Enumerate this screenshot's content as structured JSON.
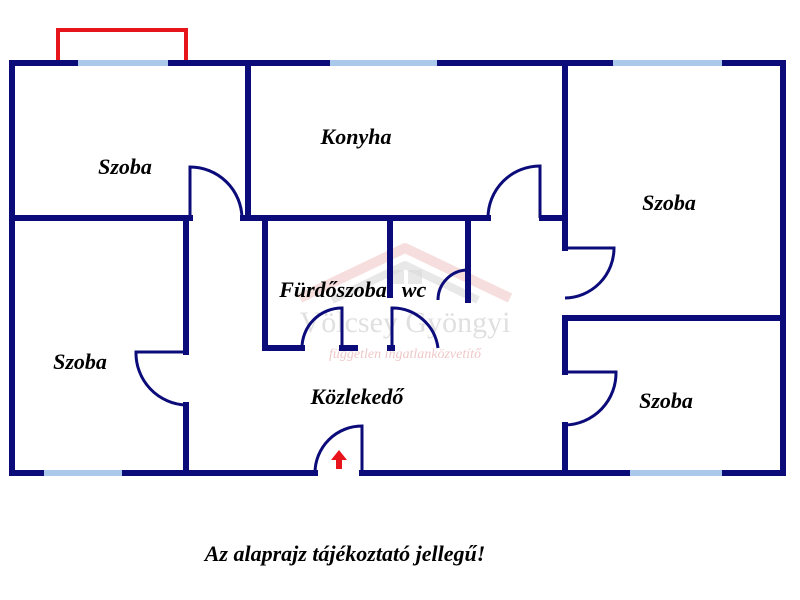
{
  "rooms": {
    "szoba_top_left": "Szoba",
    "konyha": "Konyha",
    "szoba_right_top": "Szoba",
    "furdoszoba": "Fürdőszoba",
    "wc": "wc",
    "szoba_left_bottom": "Szoba",
    "kozlekedo": "Közlekedő",
    "szoba_right_bottom": "Szoba"
  },
  "watermark": {
    "name": "Völcsey Gyöngyi",
    "tagline": "független ingatlanközvetítő"
  },
  "disclaimer": "Az alaprajz tájékoztató jellegű!",
  "colors": {
    "wall": "#0b0b7a",
    "window": "#a9c8ea",
    "balcony": "#e8141c",
    "entrance_arrow": "#e8141c",
    "text": "#000000"
  }
}
